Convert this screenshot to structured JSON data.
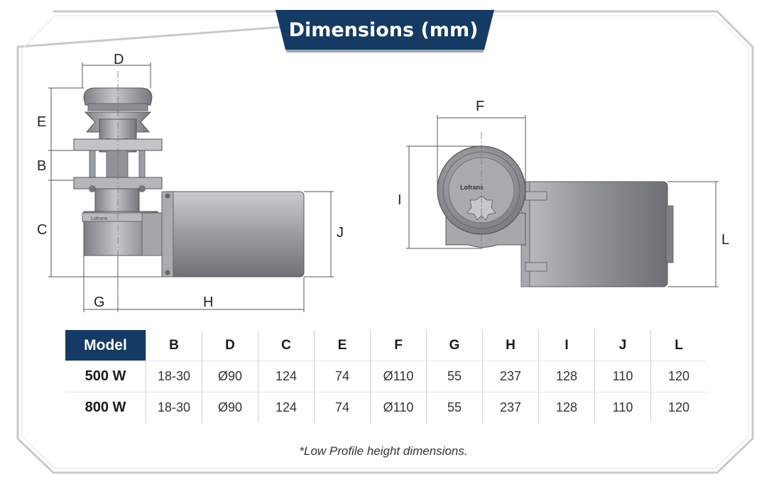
{
  "title": "Dimensions (mm)",
  "dimension_labels": {
    "D": "D",
    "E": "E",
    "B": "B",
    "C": "C",
    "G": "G",
    "H": "H",
    "J": "J",
    "F": "F",
    "I": "I",
    "L": "L"
  },
  "brand_mark": "Lofrans",
  "colors": {
    "banner": "#153a63",
    "frame": "#c9c9c9",
    "motor": "#9da0a5"
  },
  "table": {
    "model_header": "Model",
    "columns": [
      "B",
      "D",
      "C",
      "E",
      "F",
      "G",
      "H",
      "I",
      "J",
      "L"
    ],
    "rows": [
      {
        "model": "500 W",
        "values": [
          "18-30",
          "Ø90",
          "124",
          "74",
          "Ø110",
          "55",
          "237",
          "128",
          "110",
          "120"
        ]
      },
      {
        "model": "800 W",
        "values": [
          "18-30",
          "Ø90",
          "124",
          "74",
          "Ø110",
          "55",
          "237",
          "128",
          "110",
          "120"
        ]
      }
    ]
  },
  "footnote": "*Low Profile height dimensions."
}
